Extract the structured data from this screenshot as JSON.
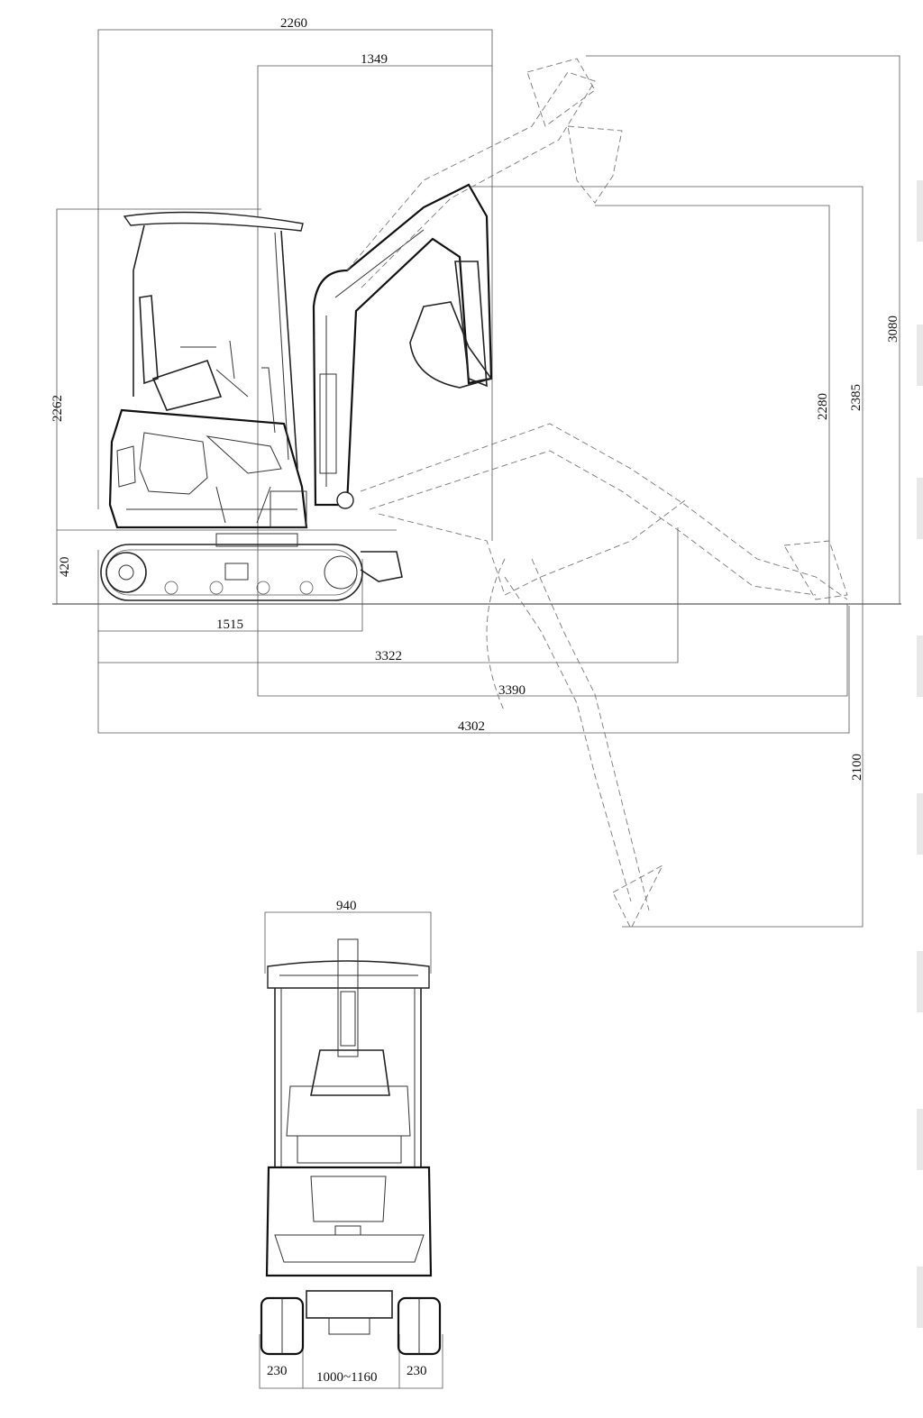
{
  "side_view": {
    "dimensions": {
      "overall_width_cab": "2260",
      "cab_to_boom": "1349",
      "cab_height": "2262",
      "blade_height": "420",
      "track_length": "1515",
      "dim_3322": "3322",
      "dim_3390": "3390",
      "dim_4302": "4302",
      "dim_2280": "2280",
      "dim_2385": "2385",
      "dim_3080": "3080",
      "dig_depth": "2100"
    }
  },
  "front_view": {
    "dimensions": {
      "width": "940",
      "track_left": "230",
      "track_right": "230",
      "track_gauge": "1000~1160"
    }
  }
}
